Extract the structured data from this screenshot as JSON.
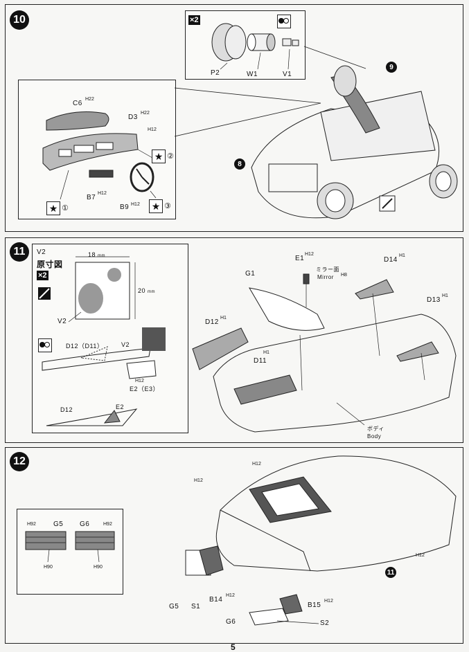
{
  "steps": {
    "s10": {
      "number": "10"
    },
    "s11": {
      "number": "11"
    },
    "s12": {
      "number": "12"
    }
  },
  "step10": {
    "wheel_inset": {
      "qty": "×2",
      "parts": [
        "P2",
        "W1",
        "V1"
      ]
    },
    "dash_inset": {
      "parts": [
        {
          "code": "C6",
          "paint": "H22"
        },
        {
          "code": "D3",
          "paint": "H22"
        },
        {
          "code": "",
          "paint": "H12"
        },
        {
          "code": "B7",
          "paint": "H12"
        },
        {
          "code": "B9",
          "paint": "H12"
        }
      ],
      "callouts": [
        "①",
        "②",
        "③"
      ]
    },
    "refs": [
      "9",
      "8"
    ]
  },
  "step11": {
    "inset": {
      "title": "V2",
      "subtitle": "原寸図",
      "qty": "×2",
      "dim_w": "18",
      "dim_h": "20",
      "unit": "mm",
      "v2_label": "V2",
      "d12d11": "D12（D11）",
      "v2b": "V2",
      "h12": "H12",
      "e2e3": "E2（E3）",
      "d12": "D12",
      "e2": "E2"
    },
    "main": {
      "e1": "E1",
      "e1_paint": "H12",
      "mirror_jp": "ミラー面",
      "mirror_en": "Mirror",
      "mirror_paint": "H8",
      "d14": "D14",
      "d14_paint": "H1",
      "g1": "G1",
      "d13": "D13",
      "d13_paint": "H1",
      "d12": "D12",
      "d12_paint": "H1",
      "d11": "D11",
      "d11_paint": "H1",
      "body_jp": "ボディ",
      "body_en": "Body"
    }
  },
  "step12": {
    "inset": {
      "h92a": "H92",
      "g5": "G5",
      "g6": "G6",
      "h92b": "H92",
      "h90a": "H90",
      "h90b": "H90"
    },
    "main": {
      "h12_top": "H12",
      "h12_left": "H12",
      "h12_right": "H12",
      "ref": "11",
      "g5": "G5",
      "s1": "S1",
      "b14": "B14",
      "b14_paint": "H12",
      "b15": "B15",
      "b15_paint": "H12",
      "g6": "G6",
      "s2": "S2"
    }
  },
  "page_number": "5"
}
